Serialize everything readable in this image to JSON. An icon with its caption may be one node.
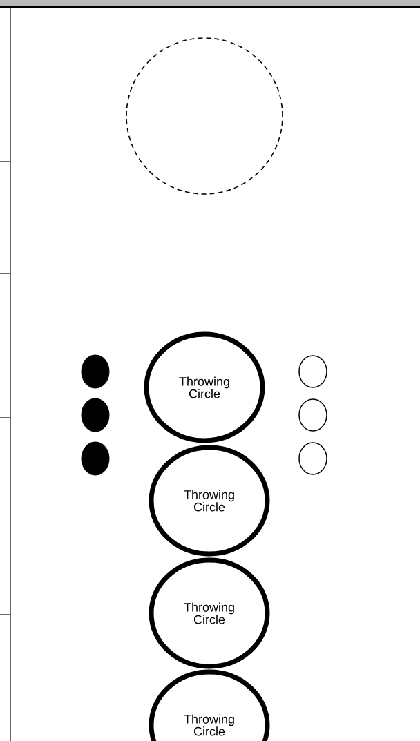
{
  "diagram": {
    "nodes": [
      {
        "text": [],
        "shape": "circle"
      },
      {
        "text": [
          "Throwing Circle"
        ]
      },
      {
        "text": [
          "Throwing Circle"
        ]
      },
      {
        "text": [
          "Throwing Circle"
        ]
      },
      {
        "text": [
          "Throwing Circle"
        ]
      },
      {
        "text": [],
        "shape": "circle"
      },
      {
        "text": [],
        "shape": "circle"
      },
      {
        "text": [],
        "shape": "circle"
      },
      {
        "text": [],
        "shape": "circle"
      },
      {
        "text": [],
        "shape": "circle"
      },
      {
        "text": [],
        "shape": "circle"
      }
    ]
  }
}
